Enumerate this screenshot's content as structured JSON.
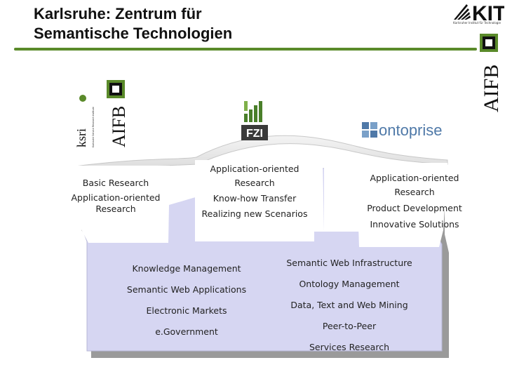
{
  "title": {
    "line1": "Karlsruhe: Zentrum für",
    "line2": "Semantische Technologien"
  },
  "logos": {
    "kit": "KIT",
    "kit_subtitle": "Karlsruher Institut für Technologie",
    "aifb": "AIFB",
    "ksri": "ksri",
    "ksri_subtitle": "Karlsruhe Service Research Institute",
    "fzi": "FZI",
    "ontoprise": "ontoprise"
  },
  "colors": {
    "rule": "#5a8a2a",
    "shape_fill": "#d6d6f2",
    "shape_shadow": "#9a9a9a"
  },
  "columns": {
    "left": {
      "line1": "Basic Research",
      "line2": "Application-oriented",
      "line3": "Research"
    },
    "middle": {
      "line1": "Application-oriented",
      "line2": "Research",
      "line3": "Know-how Transfer",
      "line4": "Realizing new Scenarios"
    },
    "right": {
      "line1": "Application-oriented",
      "line2": "Research",
      "line3": "Product Development",
      "line4": "Innovative Solutions"
    }
  },
  "topics_left": [
    "Knowledge Management",
    "Semantic Web Applications",
    "Electronic Markets",
    "e.Government"
  ],
  "topics_right": [
    "Semantic Web Infrastructure",
    "Ontology Management",
    "Data, Text and Web Mining",
    "Peer-to-Peer",
    "Services Research"
  ]
}
